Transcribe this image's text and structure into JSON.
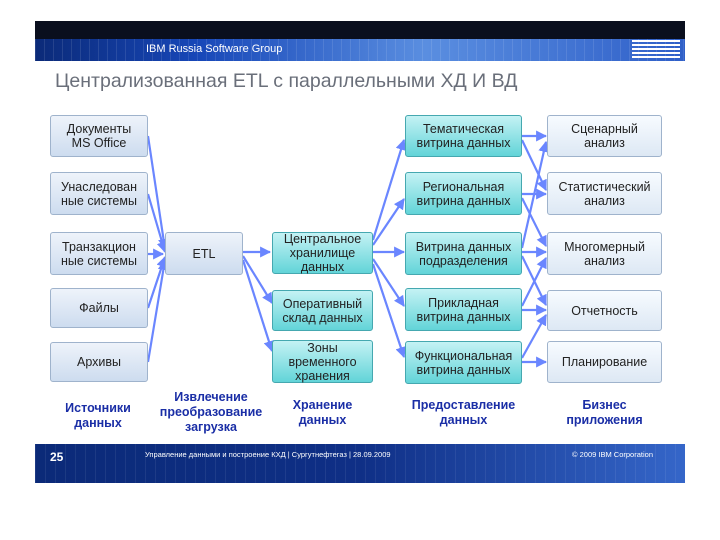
{
  "header": {
    "brand": "IBM Russia Software Group",
    "logo": "IBM",
    "title": "Централизованная ETL с параллельными ХД И ВД"
  },
  "sources": [
    "Документы\nMS Office",
    "Унаследован\nные системы",
    "Транзакцион\nные системы",
    "Файлы",
    "Архивы"
  ],
  "etl": "ETL",
  "storage": [
    "Центральное\nхранилище\nданных",
    "Оперативный\nсклад данных",
    "Зоны\nвременного\nхранения"
  ],
  "marts": [
    "Тематическая\nвитрина данных",
    "Региональная\nвитрина данных",
    "Витрина данных\nподразделения",
    "Прикладная\nвитрина данных",
    "Функциональная\nвитрина данных"
  ],
  "apps": [
    "Сценарный\nанализ",
    "Статистический\nанализ",
    "Многомерный\nанализ",
    "Отчетность",
    "Планирование"
  ],
  "stages": {
    "sources": "Источники\nданных",
    "etl": "Извлечение\nпреобразование\nзагрузка",
    "storage": "Хранение\nданных",
    "marts": "Предоставление\nданных",
    "apps": "Бизнес\nприложения"
  },
  "footer": {
    "page": "25",
    "text": "Управление данными и построение КХД | Сургутнефтегаз | 28.09.2009",
    "copyright": "© 2009 IBM Corporation"
  },
  "colors": {
    "arrow": "#6a86ff",
    "stage_text": "#1a2ea6",
    "teal_box": "#62d4d8"
  }
}
